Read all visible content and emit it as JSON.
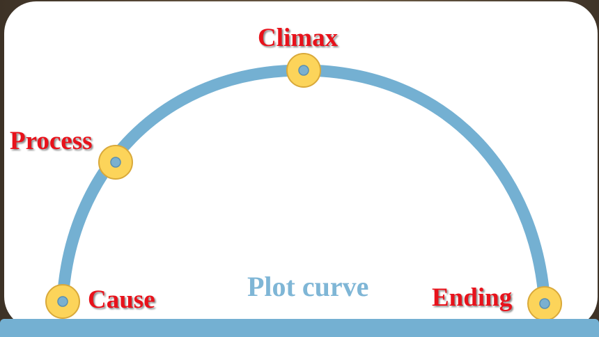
{
  "diagram": {
    "caption": "Plot curve",
    "stages": [
      {
        "id": "cause",
        "label": "Cause"
      },
      {
        "id": "process",
        "label": "Process"
      },
      {
        "id": "climax",
        "label": "Climax"
      },
      {
        "id": "ending",
        "label": "Ending"
      }
    ]
  },
  "colors": {
    "curve": "#74b0d2",
    "node_fill": "#fcd45a",
    "node_ring": "#d9a93a",
    "node_center": "#7ab0d0",
    "label": "#e8121b",
    "caption": "#7fb6d6"
  }
}
